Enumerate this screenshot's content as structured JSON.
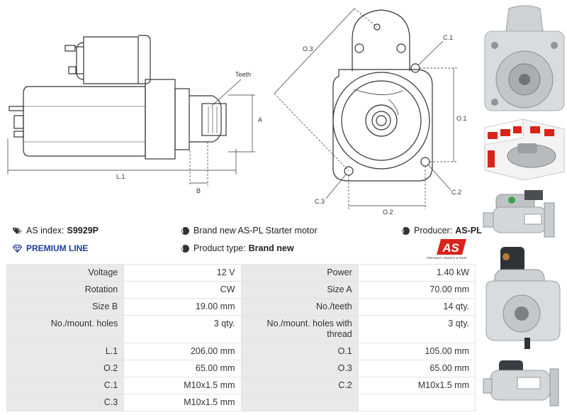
{
  "drawing": {
    "teeth_label": "Teeth",
    "a_label": "A",
    "b_label": "B",
    "l1_label": "L.1",
    "o1_label": "O.1",
    "o2_label": "O.2",
    "o3_label": "O.3",
    "c1_label": "C.1",
    "c2_label": "C.2",
    "c3_label": "C.3"
  },
  "info": {
    "as_index_label": "AS index:",
    "as_index_value": "S9929P",
    "description": "Brand new AS-PL Starter motor",
    "producer_label": "Producer:",
    "producer_value": "AS-PL",
    "premium_line": "PREMIUM LINE",
    "product_type_label": "Product type:",
    "product_type_value": "Brand new"
  },
  "logo": {
    "mark": "AS",
    "tagline": "Alternators, Starters & Parts"
  },
  "specs": [
    [
      "Voltage",
      "12 V",
      "Power",
      "1.40 kW"
    ],
    [
      "Rotation",
      "CW",
      "Size A",
      "70.00 mm"
    ],
    [
      "Size B",
      "19.00 mm",
      "No./teeth",
      "14 qty."
    ],
    [
      "No./mount. holes",
      "3 qty.",
      "No./mount. holes with thread",
      "3 qty."
    ],
    [
      "L.1",
      "206.00 mm",
      "O.1",
      "105.00 mm"
    ],
    [
      "O.2",
      "65.00 mm",
      "O.3",
      "65.00 mm"
    ],
    [
      "C.1",
      "M10x1.5 mm",
      "C.2",
      "M10x1.5 mm"
    ],
    [
      "C.3",
      "M10x1.5 mm",
      "",
      ""
    ]
  ],
  "colors": {
    "premium_blue": "#1f3d99",
    "logo_red": "#d9241c",
    "label_bg": "#e9e9e9"
  }
}
